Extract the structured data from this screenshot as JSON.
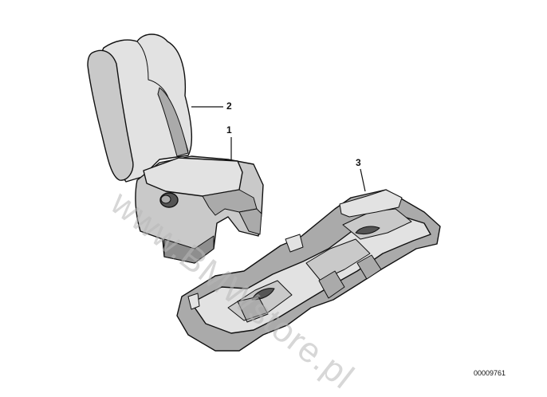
{
  "callouts": {
    "one": "1",
    "two": "2",
    "three": "3"
  },
  "diagram_number": "00009761",
  "watermark": "www.BMWstore.pl"
}
